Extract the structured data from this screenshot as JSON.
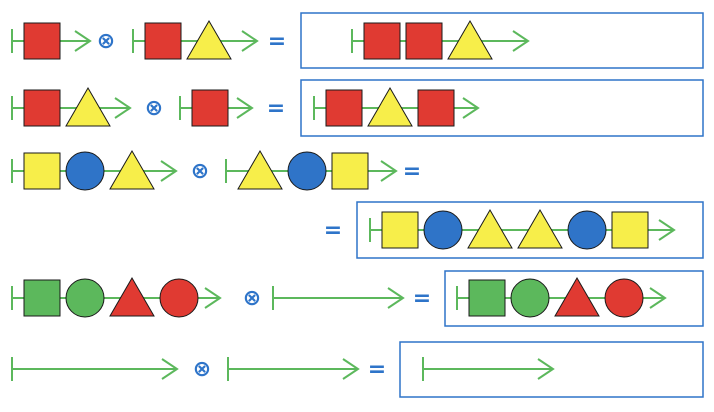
{
  "colors": {
    "line": "#5cb85c",
    "operator": "#2e74c9",
    "box": "#2e74c9",
    "red": "#e03a32",
    "yellow": "#f7ee4a",
    "blue": "#2f74c8",
    "green": "#5cb85c",
    "outline": "#1a1a1a"
  },
  "symbols": {
    "tensor": "⊗",
    "equals": "="
  },
  "shape_legend": {
    "square": "square-shape",
    "triangle": "triangle-shape",
    "circle": "circle-shape"
  },
  "equations": [
    {
      "left": [
        [
          "square",
          "red"
        ]
      ],
      "right": [
        [
          "square",
          "red"
        ],
        [
          "triangle",
          "yellow"
        ]
      ],
      "result": [
        [
          "square",
          "red"
        ],
        [
          "square",
          "red"
        ],
        [
          "triangle",
          "yellow"
        ]
      ]
    },
    {
      "left": [
        [
          "square",
          "red"
        ],
        [
          "triangle",
          "yellow"
        ]
      ],
      "right": [
        [
          "square",
          "red"
        ]
      ],
      "result": [
        [
          "square",
          "red"
        ],
        [
          "triangle",
          "yellow"
        ],
        [
          "square",
          "red"
        ]
      ]
    },
    {
      "left": [
        [
          "square",
          "yellow"
        ],
        [
          "circle",
          "blue"
        ],
        [
          "triangle",
          "yellow"
        ]
      ],
      "right": [
        [
          "triangle",
          "yellow"
        ],
        [
          "circle",
          "blue"
        ],
        [
          "square",
          "yellow"
        ]
      ],
      "result": [
        [
          "square",
          "yellow"
        ],
        [
          "circle",
          "blue"
        ],
        [
          "triangle",
          "yellow"
        ],
        [
          "triangle",
          "yellow"
        ],
        [
          "circle",
          "blue"
        ],
        [
          "square",
          "yellow"
        ]
      ]
    },
    {
      "left": [
        [
          "square",
          "green"
        ],
        [
          "circle",
          "green"
        ],
        [
          "triangle",
          "red"
        ],
        [
          "circle",
          "red"
        ]
      ],
      "right": [],
      "result": [
        [
          "square",
          "green"
        ],
        [
          "circle",
          "green"
        ],
        [
          "triangle",
          "red"
        ],
        [
          "circle",
          "red"
        ]
      ]
    },
    {
      "left": [],
      "right": [],
      "result": []
    }
  ]
}
